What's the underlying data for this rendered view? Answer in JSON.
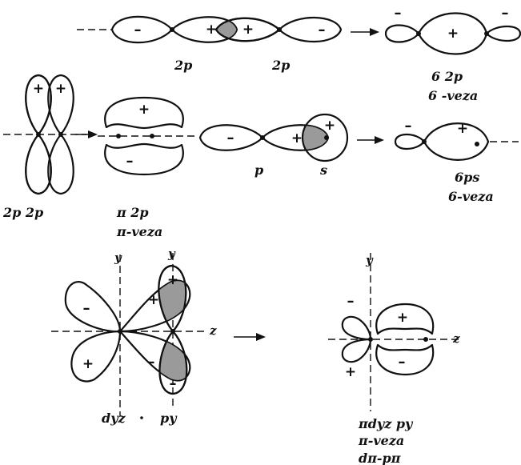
{
  "labels": {
    "row1_left_2p": "2p",
    "row1_right_2p": "2p",
    "sigma_2p": "6 2p",
    "sigma_bond_1": "6 -veza",
    "row2_2p2p": "2p 2p",
    "pi_2p": "π 2p",
    "pi_bond_1": "π-veza",
    "row2_p": "p",
    "row2_s": "s",
    "sigma_ps": "6ps",
    "sigma_bond_2": "6-veza",
    "d_yz": "dyz",
    "p_y": "py",
    "pi_dyz_py": "πdyz py",
    "pi_bond_2": "π-veza",
    "d_pi_p_pi": "dπ-pπ"
  },
  "axis_labels": {
    "y1": "y",
    "y2": "y",
    "z1": "z",
    "y3": "y",
    "z2": "z"
  },
  "signs": {
    "plus": "+",
    "minus": "–"
  }
}
